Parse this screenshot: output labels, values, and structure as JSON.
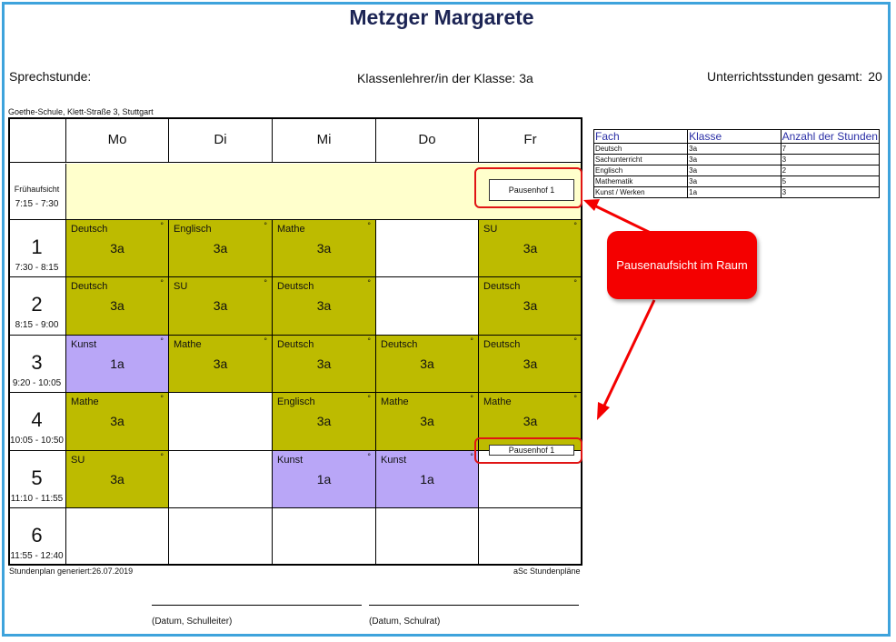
{
  "header": {
    "title": "Metzger Margarete",
    "sprechstunde": "Sprechstunde:",
    "klassenlehrer": "Klassenlehrer/in der Klasse: 3a",
    "stunden_label": "Unterrichtsstunden gesamt:",
    "stunden_value": "20",
    "school": "Goethe-Schule, Klett-Straße 3, Stuttgart"
  },
  "timetable": {
    "days": [
      "Mo",
      "Di",
      "Mi",
      "Do",
      "Fr"
    ],
    "fruhaufsicht": {
      "label": "Frühaufsicht",
      "time": "7:15 - 7:30"
    },
    "periods": [
      {
        "num": "1",
        "time": "7:30 - 8:15"
      },
      {
        "num": "2",
        "time": "8:15 - 9:00"
      },
      {
        "num": "3",
        "time": "9:20 - 10:05"
      },
      {
        "num": "4",
        "time": "10:05 - 10:50"
      },
      {
        "num": "5",
        "time": "11:10 - 11:55"
      },
      {
        "num": "6",
        "time": "11:55 - 12:40"
      }
    ],
    "lessons": [
      [
        {
          "subject": "Deutsch",
          "class": "3a",
          "color": "olive"
        },
        {
          "subject": "Englisch",
          "class": "3a",
          "color": "olive"
        },
        {
          "subject": "Mathe",
          "class": "3a",
          "color": "olive"
        },
        null,
        {
          "subject": "SU",
          "class": "3a",
          "color": "olive"
        }
      ],
      [
        {
          "subject": "Deutsch",
          "class": "3a",
          "color": "olive"
        },
        {
          "subject": "SU",
          "class": "3a",
          "color": "olive"
        },
        {
          "subject": "Deutsch",
          "class": "3a",
          "color": "olive"
        },
        null,
        {
          "subject": "Deutsch",
          "class": "3a",
          "color": "olive"
        }
      ],
      [
        {
          "subject": "Kunst",
          "class": "1a",
          "color": "purple"
        },
        {
          "subject": "Mathe",
          "class": "3a",
          "color": "olive"
        },
        {
          "subject": "Deutsch",
          "class": "3a",
          "color": "olive"
        },
        {
          "subject": "Deutsch",
          "class": "3a",
          "color": "olive"
        },
        {
          "subject": "Deutsch",
          "class": "3a",
          "color": "olive"
        }
      ],
      [
        {
          "subject": "Mathe",
          "class": "3a",
          "color": "olive"
        },
        null,
        {
          "subject": "Englisch",
          "class": "3a",
          "color": "olive"
        },
        {
          "subject": "Mathe",
          "class": "3a",
          "color": "olive"
        },
        {
          "subject": "Mathe",
          "class": "3a",
          "color": "olive"
        }
      ],
      [
        {
          "subject": "SU",
          "class": "3a",
          "color": "olive"
        },
        null,
        {
          "subject": "Kunst",
          "class": "1a",
          "color": "purple"
        },
        {
          "subject": "Kunst",
          "class": "1a",
          "color": "purple"
        },
        null
      ],
      [
        null,
        null,
        null,
        null,
        null
      ]
    ],
    "degree_mark": "°",
    "pausenhof_1": "Pausenhof 1",
    "pausenhof_2": "Pausenhof 1"
  },
  "callout": "Pausenaufsicht im Raum",
  "colors": {
    "olive": "#bdbb00",
    "purple": "#b9a6f7",
    "yellow": "#ffffcc",
    "accent": "#f40000",
    "frame": "#3ea3dc"
  },
  "footer": {
    "generated": "Stundenplan generiert:26.07.2019",
    "software": "aSc Stundenpläne",
    "sig_left": "(Datum, Schulleiter)",
    "sig_right": "(Datum, Schulrat)"
  },
  "summary": {
    "headers": [
      "Fach",
      "Klasse",
      "Anzahl der Stunden"
    ],
    "rows": [
      [
        "Deutsch",
        "3a",
        "7"
      ],
      [
        "Sachunterricht",
        "3a",
        "3"
      ],
      [
        "Englisch",
        "3a",
        "2"
      ],
      [
        "Mathematik",
        "3a",
        "5"
      ],
      [
        "Kunst / Werken",
        "1a",
        "3"
      ]
    ]
  }
}
